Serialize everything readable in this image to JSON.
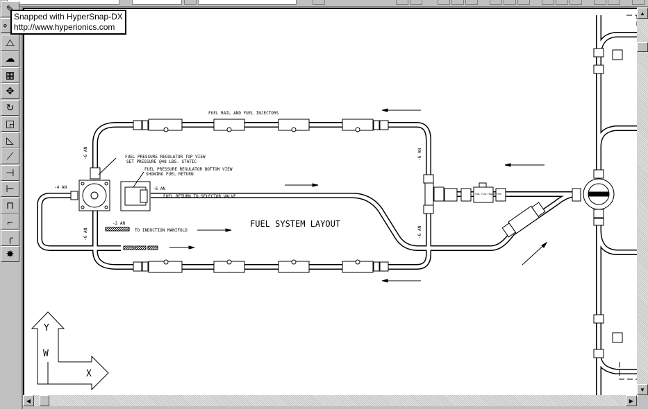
{
  "tooltip": {
    "line1": "Snapped with HyperSnap-DX",
    "line2": "http://www.hyperionics.com"
  },
  "toolbar": {
    "tools": [
      {
        "name": "pencil-tool",
        "glyph": "✎"
      },
      {
        "name": "snap-tool",
        "glyph": "∘"
      },
      {
        "name": "mirror-tool",
        "glyph": "⧍"
      },
      {
        "name": "revision-cloud-tool",
        "glyph": "☁"
      },
      {
        "name": "array-tool",
        "glyph": "▦"
      },
      {
        "name": "move-tool",
        "glyph": "✥"
      },
      {
        "name": "rotate-tool",
        "glyph": "↻"
      },
      {
        "name": "scale-tool",
        "glyph": "◲"
      },
      {
        "name": "stretch-tool",
        "glyph": "◺"
      },
      {
        "name": "lengthen-tool",
        "glyph": "⟋"
      },
      {
        "name": "trim-tool",
        "glyph": "⊣"
      },
      {
        "name": "extend-tool",
        "glyph": "⊢"
      },
      {
        "name": "break-tool",
        "glyph": "⊓"
      },
      {
        "name": "chamfer-tool",
        "glyph": "⌐"
      },
      {
        "name": "fillet-tool",
        "glyph": "╭"
      },
      {
        "name": "explode-tool",
        "glyph": "✸"
      }
    ]
  },
  "drawing": {
    "title": "FUEL SYSTEM LAYOUT",
    "rail_label": "FUEL RAIL AND FUEL INJECTORS",
    "reg_top_label": "FUEL PRESSURE REGULATOR TOP VIEW",
    "reg_top_sub": "SET PRESSURE @48 LBS. STATIC",
    "reg_bottom_label": "FUEL PRESSURE REGULATOR BOTTOM VIEW",
    "reg_bottom_sub": "SHOWING FUEL RETURN",
    "return_label": "FUEL RETURN TO SELECTOR VALVE",
    "induction_label": "TO INDUCTION MANIFOLD",
    "an6": "-6 AN",
    "an4": "-4 AN",
    "an2": "-2 AN",
    "transmitter_label": "FUEL FLOW TRANSMITTER",
    "ucs": {
      "y": "Y",
      "w": "W",
      "x": "X"
    }
  },
  "scrollbars": {
    "up": "▲",
    "down": "▼",
    "left": "◀",
    "right": "▶"
  }
}
